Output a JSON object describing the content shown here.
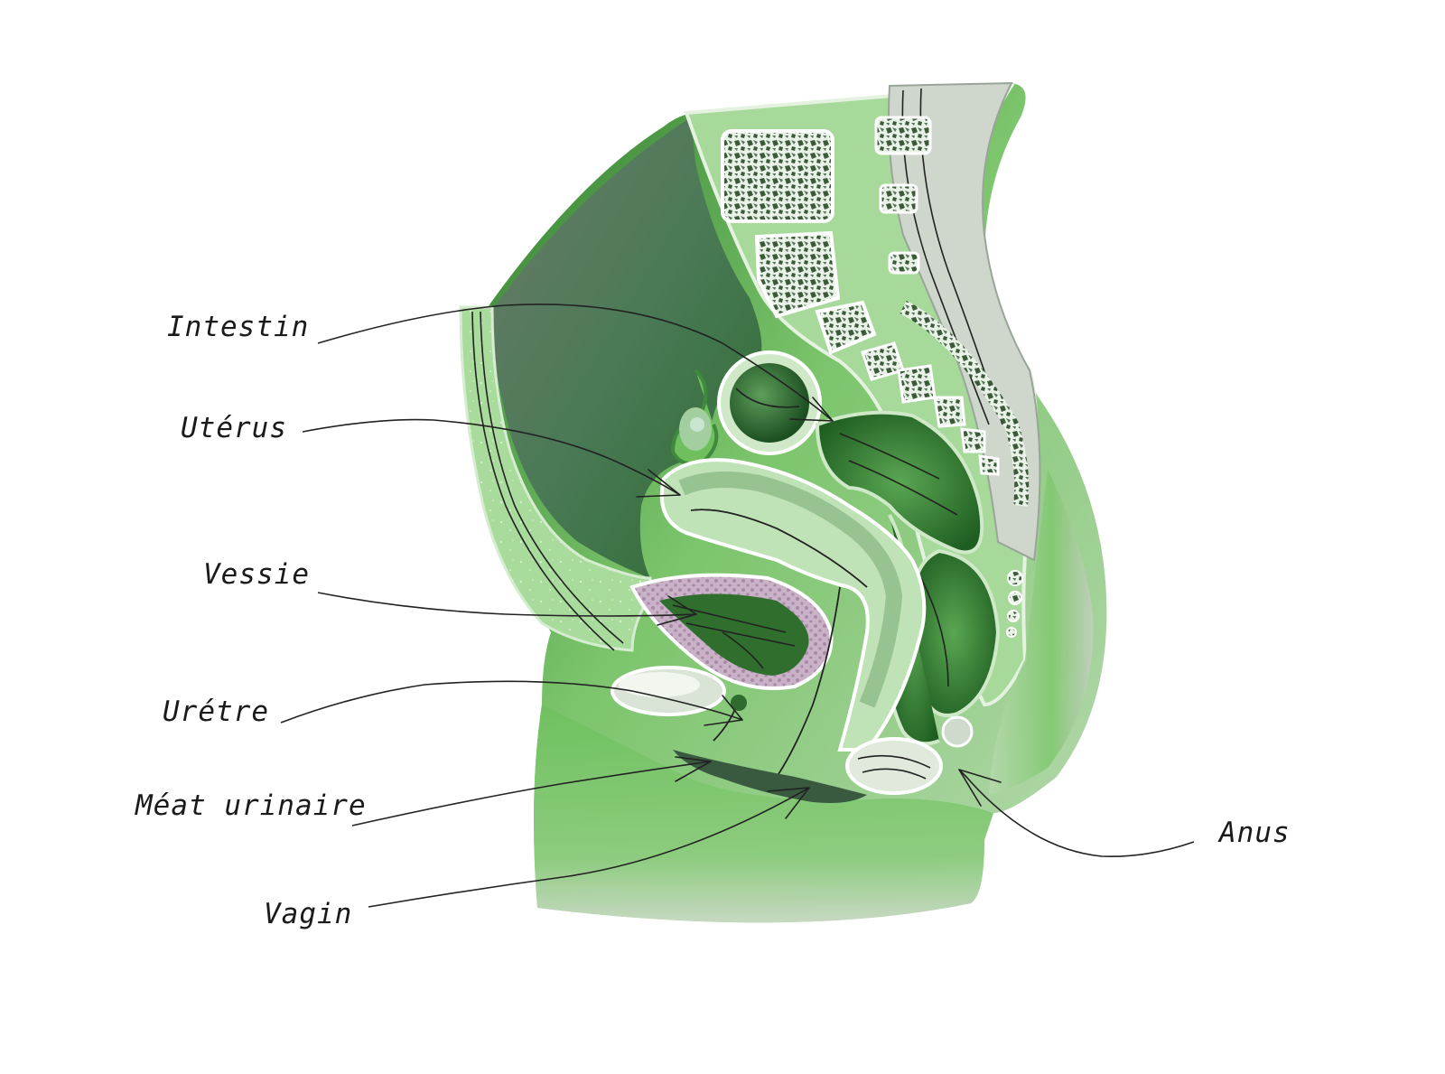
{
  "labels": {
    "intestin": "Intestin",
    "uterus": "Utérus",
    "vessie": "Vessie",
    "uretre": "Urétre",
    "meat_urinaire": "Méat urinaire",
    "vagin": "Vagin",
    "anus": "Anus"
  },
  "colors": {
    "body_light": "#a8d8a0",
    "body_mid": "#7dc46f",
    "body_dark": "#3f9a3a",
    "organ_dark": "#2e6b2f",
    "cavity": "#4f7a5c",
    "bone": "#e8f1e6",
    "bone_pattern": "#3c5a3a",
    "bladder_wall": "#c4a8c2",
    "line": "#222222"
  }
}
